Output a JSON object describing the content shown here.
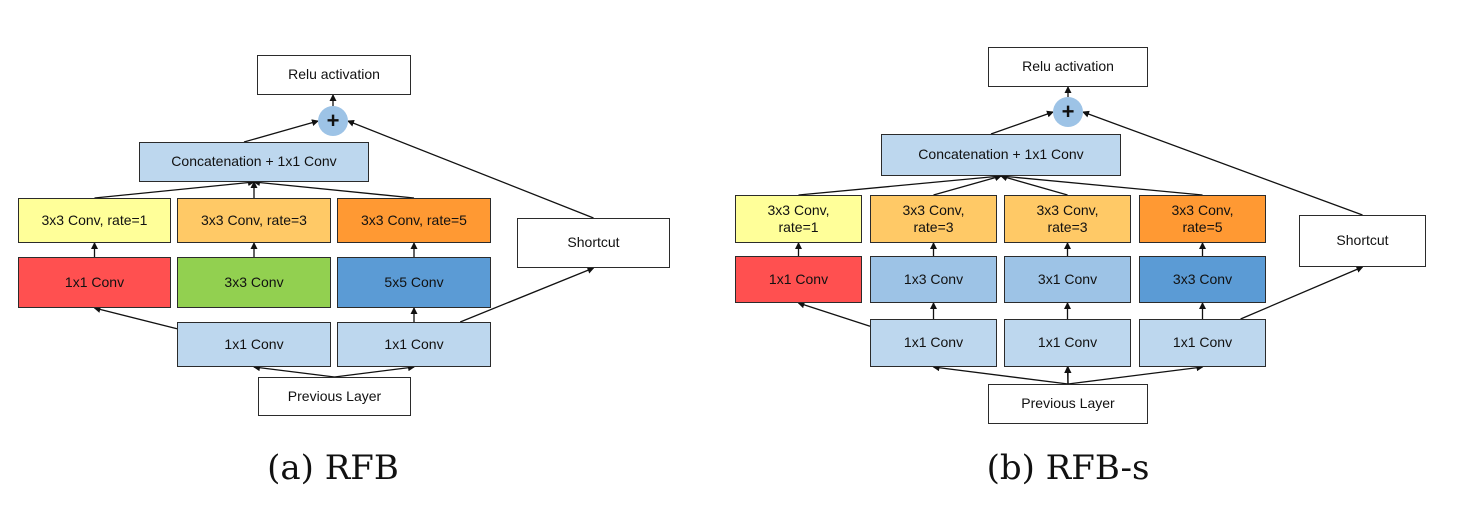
{
  "colors": {
    "white": "#ffffff",
    "light_blue": "#bdd7ee",
    "mid_blue": "#9dc3e6",
    "dark_blue": "#5b9bd5",
    "red": "#ff5050",
    "green": "#92d050",
    "yellow": "#ffff99",
    "light_orange": "#ffc966",
    "orange": "#ff9933",
    "plus_circle": "#9dc3e6"
  },
  "diagrams": [
    {
      "id": "a",
      "caption": "(a) RFB",
      "relu": "Relu activation",
      "plus": "+",
      "concat": "Concatenation + 1x1 Conv",
      "dilated": [
        {
          "label": "3x3 Conv, rate=1",
          "color": "yellow"
        },
        {
          "label": "3x3 Conv, rate=3",
          "color": "light_orange"
        },
        {
          "label": "3x3 Conv, rate=5",
          "color": "orange"
        }
      ],
      "convs": [
        {
          "label": "1x1 Conv",
          "color": "red"
        },
        {
          "label": "3x3 Conv",
          "color": "green"
        },
        {
          "label": "5x5 Conv",
          "color": "dark_blue"
        }
      ],
      "bottlenecks": [
        {
          "label": "1x1 Conv",
          "color": "light_blue"
        },
        {
          "label": "1x1 Conv",
          "color": "light_blue"
        }
      ],
      "shortcut": "Shortcut",
      "previous": "Previous Layer"
    },
    {
      "id": "b",
      "caption": "(b) RFB-s",
      "relu": "Relu activation",
      "plus": "+",
      "concat": "Concatenation + 1x1 Conv",
      "dilated": [
        {
          "label": "3x3 Conv,\nrate=1",
          "color": "yellow"
        },
        {
          "label": "3x3 Conv,\nrate=3",
          "color": "light_orange"
        },
        {
          "label": "3x3 Conv,\nrate=3",
          "color": "light_orange"
        },
        {
          "label": "3x3 Conv,\nrate=5",
          "color": "orange"
        }
      ],
      "convs": [
        {
          "label": "1x1 Conv",
          "color": "red"
        },
        {
          "label": "1x3 Conv",
          "color": "mid_blue"
        },
        {
          "label": "3x1 Conv",
          "color": "mid_blue"
        },
        {
          "label": "3x3 Conv",
          "color": "dark_blue"
        }
      ],
      "bottlenecks": [
        {
          "label": "1x1 Conv",
          "color": "light_blue"
        },
        {
          "label": "1x1 Conv",
          "color": "light_blue"
        },
        {
          "label": "1x1 Conv",
          "color": "light_blue"
        }
      ],
      "shortcut": "Shortcut",
      "previous": "Previous Layer"
    }
  ]
}
